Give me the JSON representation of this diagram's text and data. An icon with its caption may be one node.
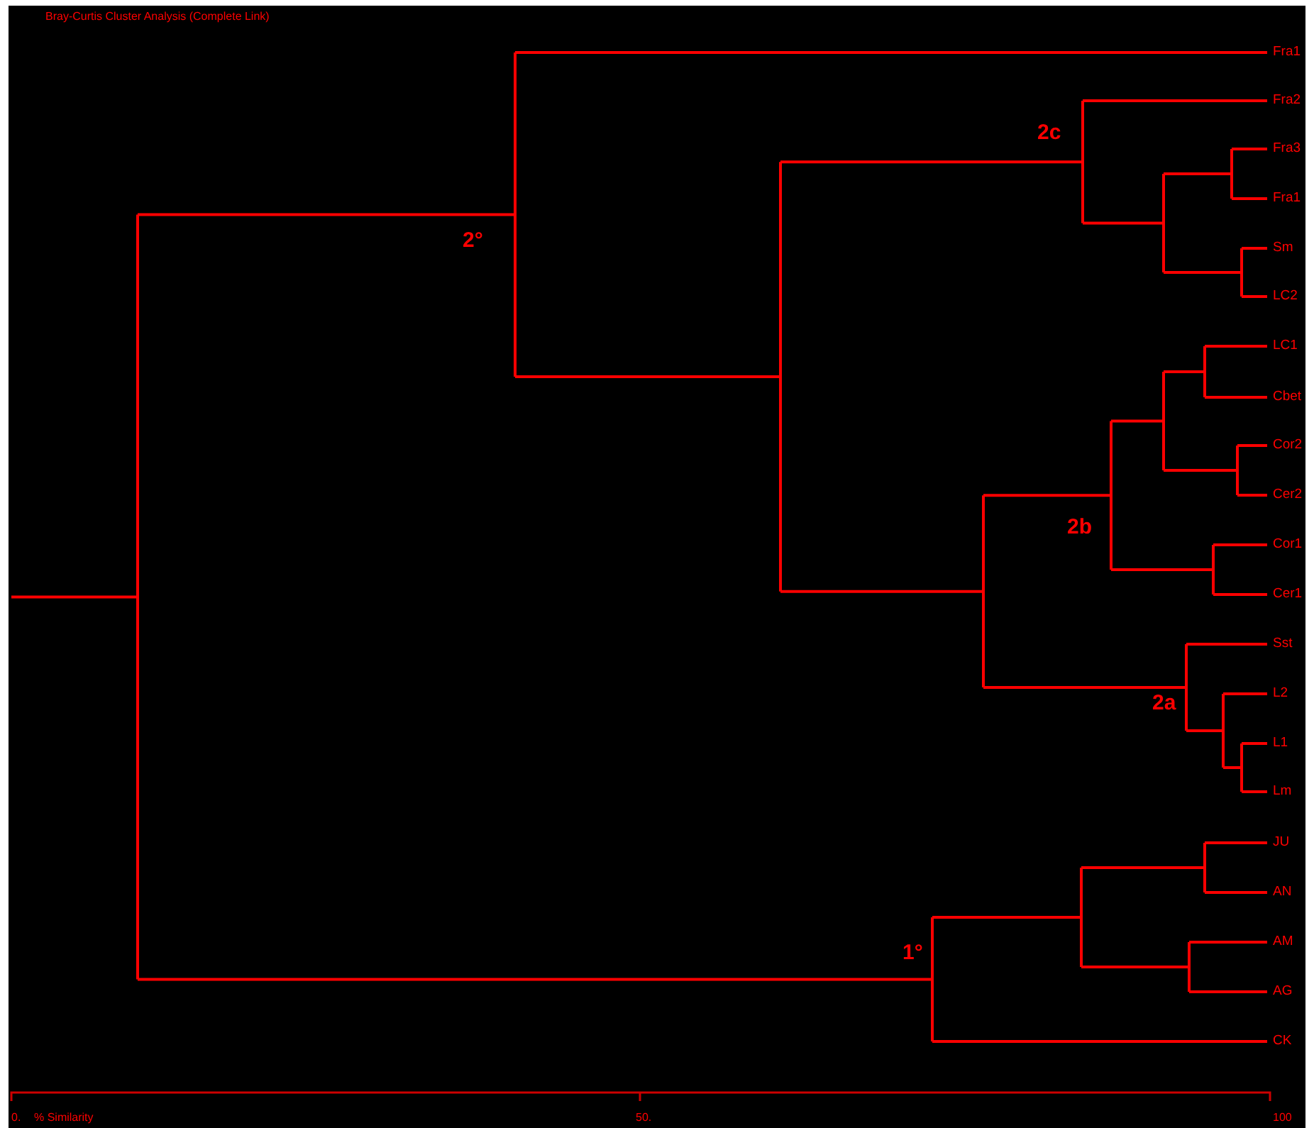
{
  "diagram": {
    "title": "Bray-Curtis Cluster Analysis (Complete Link)",
    "labels": [
      "Fra1",
      "Fra2",
      "Fra3",
      "Fra1",
      "Sm",
      "LC2",
      "LC1",
      "Cbet",
      "Cor2",
      "Cer2",
      "Cor1",
      "Cer1",
      "Sst",
      "L2",
      "L1",
      "Lm",
      "JU",
      "AN",
      "AM",
      "AG",
      "CK",
      "2c",
      "2°",
      "2b",
      "2a",
      "1°",
      "0.",
      "% Similarity",
      "50.",
      "100"
    ]
  }
}
